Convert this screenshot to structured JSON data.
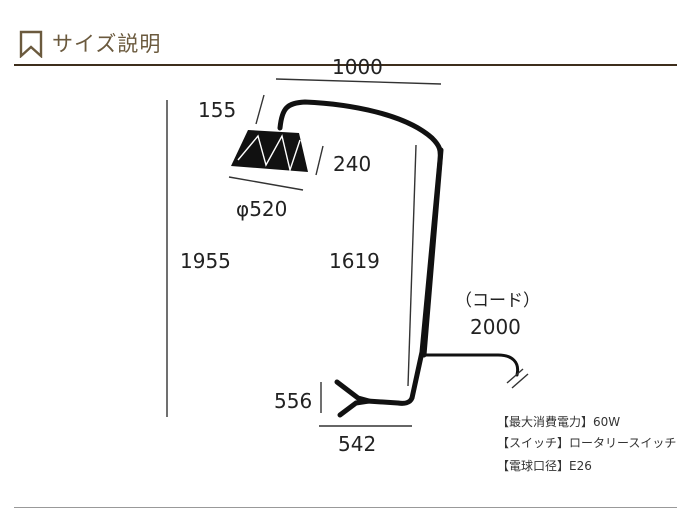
{
  "header": {
    "title": "サイズ説明",
    "icon": "bookmark-icon",
    "accent_color": "#6b5a3e"
  },
  "dimensions": {
    "arm_width": "1000",
    "shade_height_offset": "155",
    "shade_height": "240",
    "shade_diameter": "φ520",
    "total_height": "1955",
    "pole_height": "1619",
    "cord_label": "（コード）",
    "cord_length": "2000",
    "base_height": "556",
    "base_width": "542"
  },
  "specs": [
    "【最大消費電力】60W",
    "【スイッチ】ロータリースイッチ",
    "【電球口径】E26"
  ]
}
